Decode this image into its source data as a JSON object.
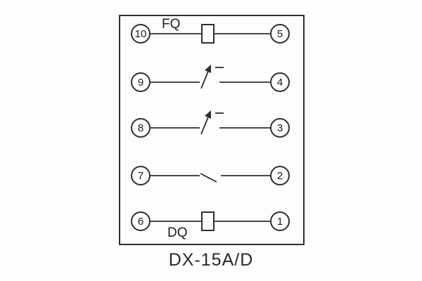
{
  "diagram": {
    "title": "DX-15A/D",
    "labels": {
      "top_coil": "FQ",
      "bottom_coil": "DQ"
    },
    "stroke_color": "#2f2f2f",
    "terminals": {
      "rows": [
        {
          "left": "10",
          "right": "5",
          "element": "coil"
        },
        {
          "left": "9",
          "right": "4",
          "element": "contact-arrow"
        },
        {
          "left": "8",
          "right": "3",
          "element": "contact-arrow"
        },
        {
          "left": "7",
          "right": "2",
          "element": "contact"
        },
        {
          "left": "6",
          "right": "1",
          "element": "coil"
        }
      ]
    }
  }
}
